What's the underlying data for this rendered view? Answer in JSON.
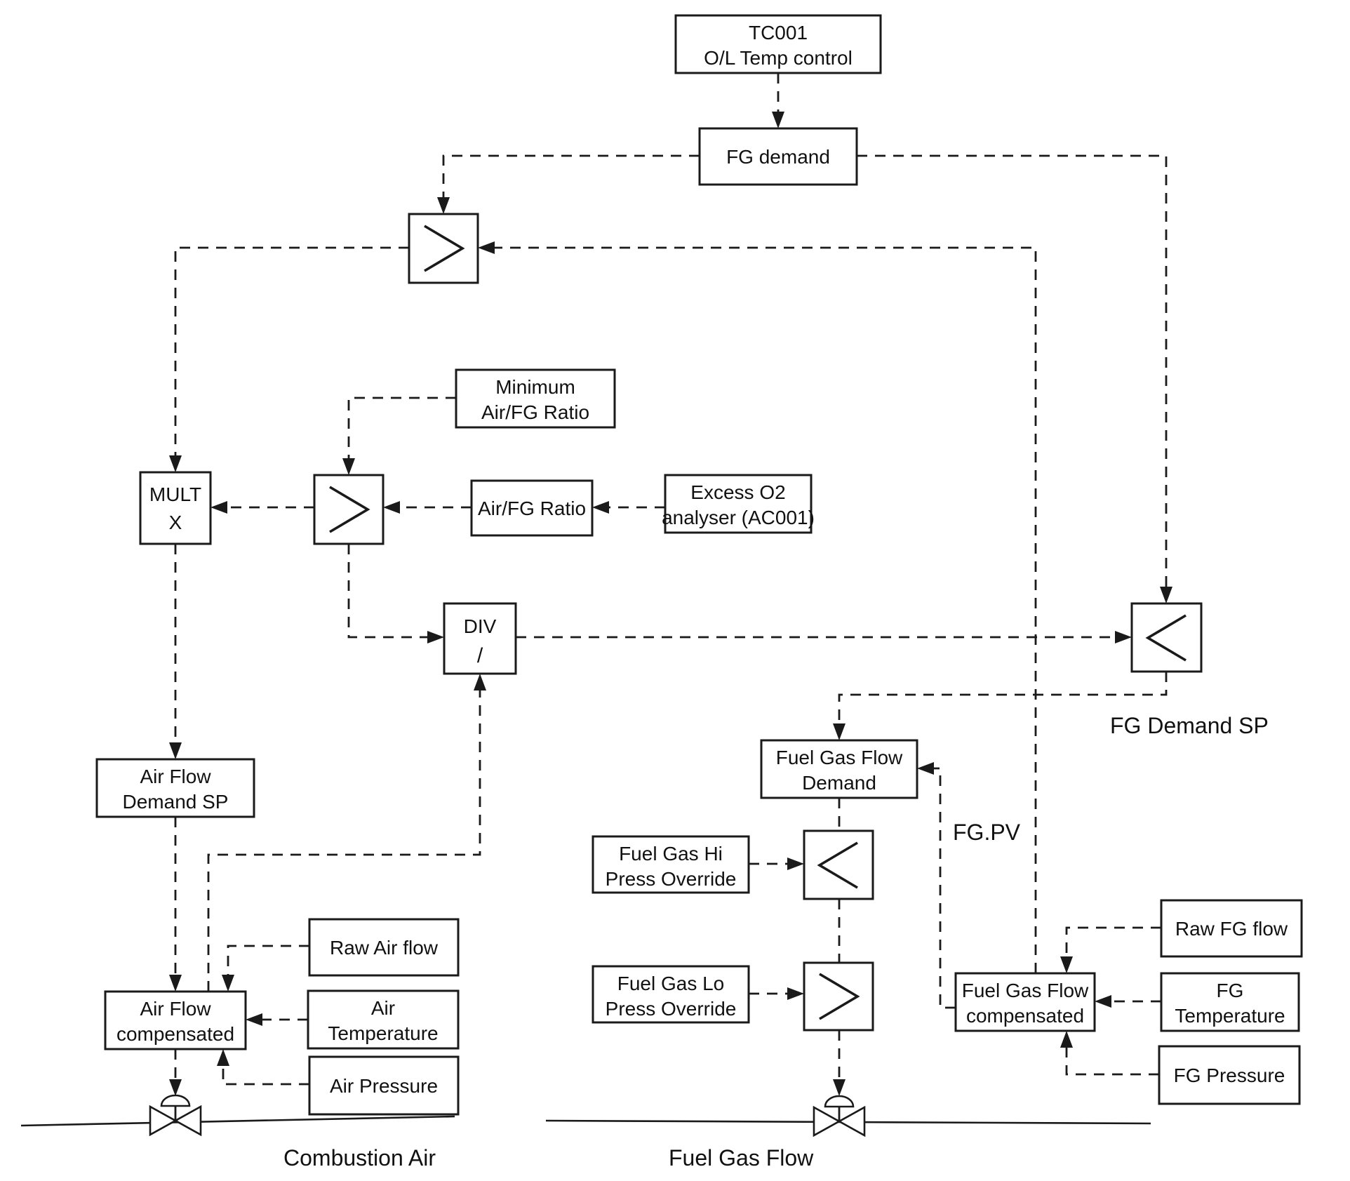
{
  "diagram": {
    "colors": {
      "line": "#1a1a1a",
      "background": "#ffffff"
    },
    "nodes": {
      "tc001": {
        "lines": [
          "TC001",
          "O/L Temp control"
        ]
      },
      "fg_demand": {
        "lines": [
          "FG demand"
        ]
      },
      "high_select_air_demand": {
        "symbol": ">",
        "meaning": "high-select"
      },
      "min_air_fg_ratio": {
        "lines": [
          "Minimum",
          "Air/FG Ratio"
        ]
      },
      "mult": {
        "lines": [
          "MULT",
          "X"
        ]
      },
      "high_select_ratio": {
        "symbol": ">",
        "meaning": "high-select"
      },
      "air_fg_ratio": {
        "lines": [
          "Air/FG Ratio"
        ]
      },
      "excess_o2": {
        "lines": [
          "Excess O2",
          "analyser (AC001)"
        ]
      },
      "divider": {
        "lines": [
          "DIV",
          "/"
        ]
      },
      "low_select_fg_demand": {
        "symbol": "<",
        "meaning": "low-select"
      },
      "air_flow_demand_sp": {
        "lines": [
          "Air Flow",
          "Demand SP"
        ]
      },
      "fuel_gas_flow_demand": {
        "lines": [
          "Fuel Gas Flow",
          "Demand"
        ]
      },
      "fuel_gas_hi_override": {
        "lines": [
          "Fuel Gas Hi",
          "Press Override"
        ]
      },
      "low_select_hi_press": {
        "symbol": "<",
        "meaning": "low-select"
      },
      "fuel_gas_lo_override": {
        "lines": [
          "Fuel Gas Lo",
          "Press Override"
        ]
      },
      "high_select_lo_press": {
        "symbol": ">",
        "meaning": "high-select"
      },
      "raw_air_flow": {
        "lines": [
          "Raw Air flow"
        ]
      },
      "air_temperature": {
        "lines": [
          "Air",
          "Temperature"
        ]
      },
      "air_pressure": {
        "lines": [
          "Air Pressure"
        ]
      },
      "air_flow_compensated": {
        "lines": [
          "Air Flow",
          "compensated"
        ]
      },
      "fuel_gas_flow_compensated": {
        "lines": [
          "Fuel Gas Flow",
          "compensated"
        ]
      },
      "raw_fg_flow": {
        "lines": [
          "Raw FG flow"
        ]
      },
      "fg_temperature": {
        "lines": [
          "FG",
          "Temperature"
        ]
      },
      "fg_pressure": {
        "lines": [
          "FG Pressure"
        ]
      }
    },
    "labels": {
      "fg_demand_sp": "FG Demand SP",
      "fg_pv": "FG.PV",
      "combustion_air": "Combustion Air",
      "fuel_gas_flow": "Fuel Gas Flow"
    }
  }
}
